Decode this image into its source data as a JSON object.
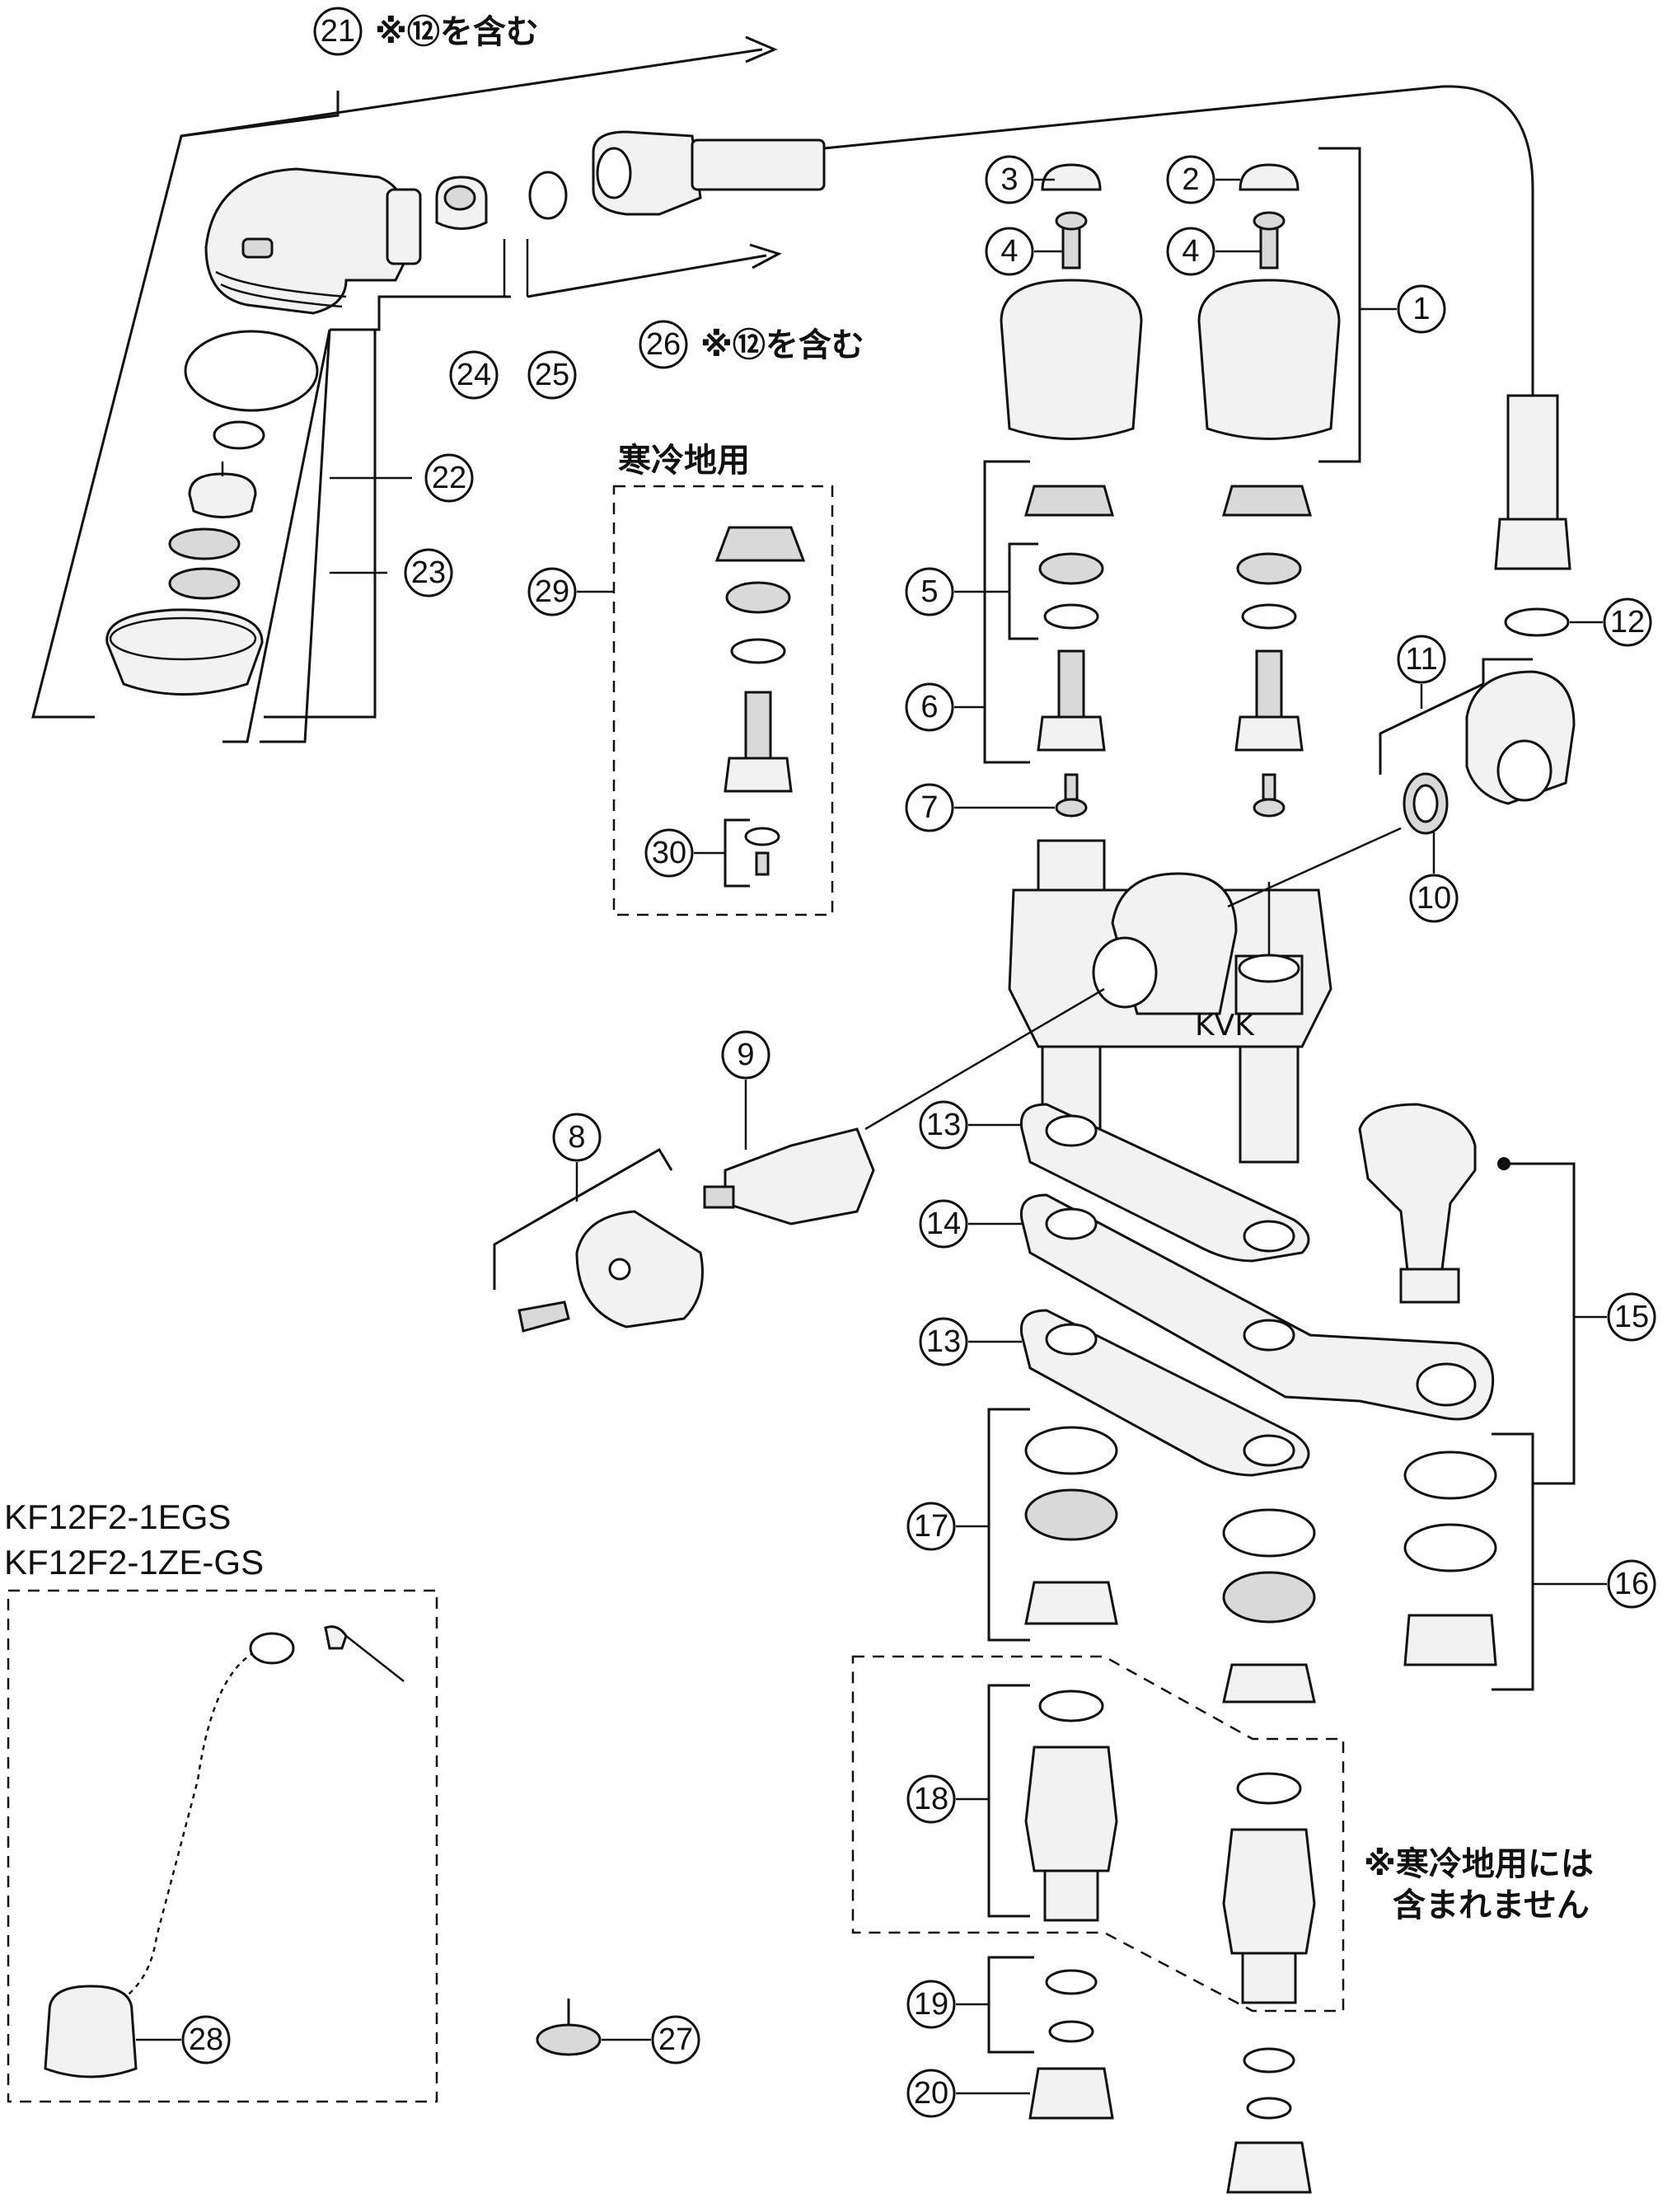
{
  "callouts": [
    {
      "id": "c1",
      "label": "1"
    },
    {
      "id": "c2",
      "label": "2"
    },
    {
      "id": "c3",
      "label": "3"
    },
    {
      "id": "c4a",
      "label": "4"
    },
    {
      "id": "c4b",
      "label": "4"
    },
    {
      "id": "c5",
      "label": "5"
    },
    {
      "id": "c6",
      "label": "6"
    },
    {
      "id": "c7",
      "label": "7"
    },
    {
      "id": "c8",
      "label": "8"
    },
    {
      "id": "c9",
      "label": "9"
    },
    {
      "id": "c10",
      "label": "10"
    },
    {
      "id": "c11",
      "label": "11"
    },
    {
      "id": "c12",
      "label": "12"
    },
    {
      "id": "c13a",
      "label": "13"
    },
    {
      "id": "c13b",
      "label": "13"
    },
    {
      "id": "c14",
      "label": "14"
    },
    {
      "id": "c15",
      "label": "15"
    },
    {
      "id": "c16",
      "label": "16"
    },
    {
      "id": "c17",
      "label": "17"
    },
    {
      "id": "c18",
      "label": "18"
    },
    {
      "id": "c19",
      "label": "19"
    },
    {
      "id": "c20",
      "label": "20"
    },
    {
      "id": "c21",
      "label": "21"
    },
    {
      "id": "c22",
      "label": "22"
    },
    {
      "id": "c23",
      "label": "23"
    },
    {
      "id": "c24",
      "label": "24"
    },
    {
      "id": "c25",
      "label": "25"
    },
    {
      "id": "c26",
      "label": "26"
    },
    {
      "id": "c27",
      "label": "27"
    },
    {
      "id": "c28",
      "label": "28"
    },
    {
      "id": "c29",
      "label": "29"
    },
    {
      "id": "c30",
      "label": "30"
    }
  ],
  "notes": {
    "note21": "※⑫を含む",
    "note26": "※⑫を含む",
    "cold_region_title": "寒冷地用",
    "cold_region_excluded_line1": "※寒冷地用には",
    "cold_region_excluded_line2": "含まれません",
    "model_line1": "KF12F2-1EGS",
    "model_line2": "KF12F2-1ZE-GS",
    "brand_mark": "KVK"
  }
}
